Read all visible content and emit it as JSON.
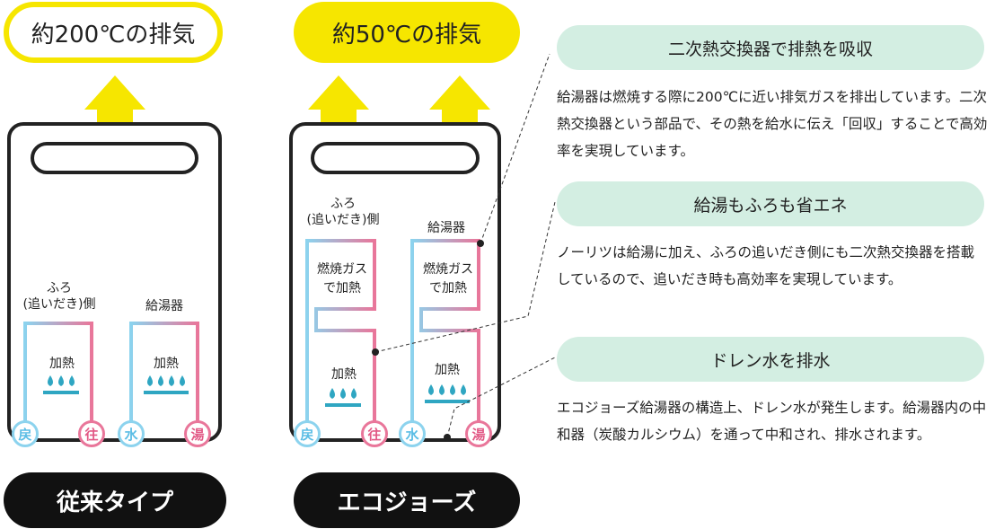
{
  "conventional": {
    "exhaust_label": "約200℃の排気",
    "bath_label": "ふろ\n(追いだき)側",
    "heater_label": "給湯器",
    "heat_label_1": "加熱",
    "heat_label_2": "加熱",
    "badges": [
      "戻",
      "往",
      "水",
      "湯"
    ],
    "type_label": "従来タイプ"
  },
  "eco": {
    "exhaust_label": "約50℃の排気",
    "bath_label": "ふろ\n(追いだき)側",
    "heater_label": "給湯器",
    "gas_label_1": "燃焼ガス\nで加熱",
    "gas_label_2": "燃焼ガス\nで加熱",
    "heat_label_1": "加熱",
    "heat_label_2": "加熱",
    "badges": [
      "戻",
      "往",
      "水",
      "湯"
    ],
    "type_label": "エコジョーズ"
  },
  "features": [
    {
      "title": "二次熱交換器で排熱を吸収",
      "text": "給湯器は燃焼する際に200℃に近い排気ガスを排出しています。二次熱交換器という部品で、その熱を給水に伝え「回収」することで高効率を実現しています。"
    },
    {
      "title": "給湯もふろも省エネ",
      "text": "ノーリツは給湯に加え、ふろの追いだき側にも二次熱交換器を搭載しているので、追いだき時も高効率を実現しています。"
    },
    {
      "title": "ドレン水を排水",
      "text": "エコジョーズ給湯器の構造上、ドレン水が発生します。給湯器内の中和器（炭酸カルシウム）を通って中和され、排水されます。"
    }
  ],
  "colors": {
    "exhaust_yellow": "#f6e600",
    "hot_pipe": "#e9769a",
    "cold_pipe": "#8cd3ee",
    "feature_bg": "#d3eee2",
    "flame_blue": "#2fa6c2"
  }
}
